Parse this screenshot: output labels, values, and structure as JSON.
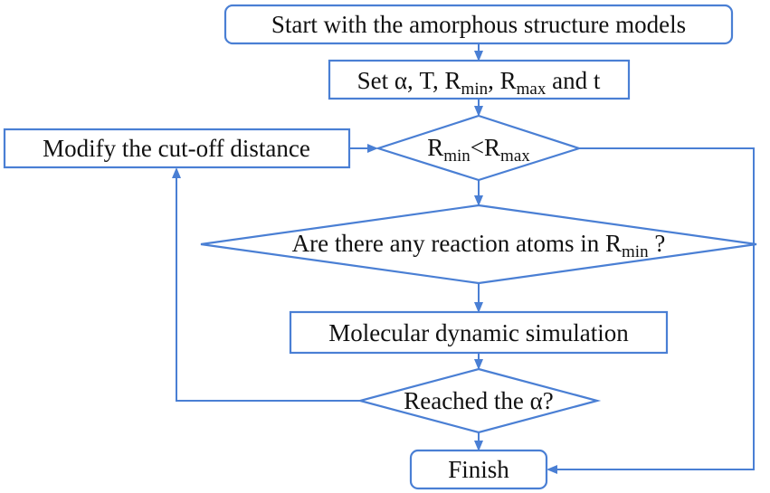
{
  "colors": {
    "stroke": "#4a7fd4",
    "text": "#111111",
    "background": "#ffffff"
  },
  "nodes": {
    "start": {
      "text": "Start with the amorphous structure models"
    },
    "set_params": {
      "prefix": "Set α, T, R",
      "sub1": "min",
      "mid1": ", R",
      "sub2": "max",
      "suffix": " and t"
    },
    "rmin_lt_rmax": {
      "r1": "R",
      "sub1": "min",
      "op": "<R",
      "sub2": "max"
    },
    "modify": {
      "text": "Modify the cut-off distance"
    },
    "reaction_atoms": {
      "prefix": "Are there any reaction atoms in R",
      "sub": "min",
      "suffix": " ?"
    },
    "md_sim": {
      "text": "Molecular dynamic simulation"
    },
    "reached_alpha": {
      "text": "Reached the α?"
    },
    "finish": {
      "text": "Finish"
    }
  }
}
